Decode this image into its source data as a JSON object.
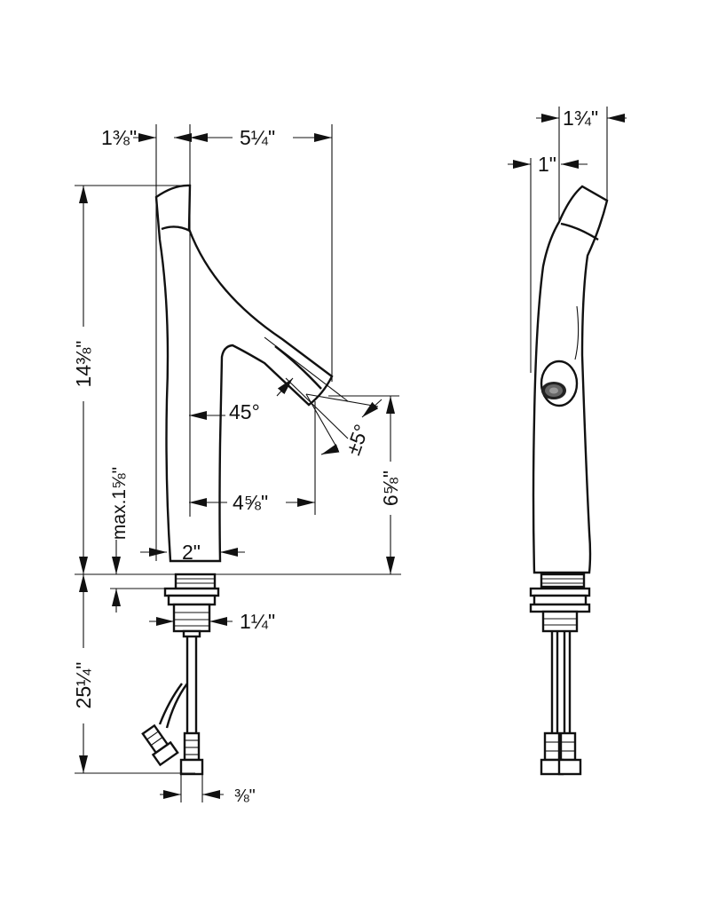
{
  "front_view": {
    "dims": {
      "top_left_offset": "1⅜\"",
      "spout_reach": "5¼\"",
      "overall_height": "14⅜\"",
      "spout_angle": "45°",
      "spray_tilt": "±5°",
      "spout_projection": "4⅝\"",
      "spout_height": "6⅝\"",
      "max_thickness": "max.1⅝\"",
      "base_diameter": "2\"",
      "shank_diameter": "1¼\"",
      "hose_length": "25¼\"",
      "connection": "⅜\""
    }
  },
  "side_view": {
    "dims": {
      "top_width": "1¾\"",
      "body_width": "1\""
    }
  },
  "icons": {
    "arrowheads": "dimension-arrow-icon",
    "aerator": "aerator-icon"
  }
}
